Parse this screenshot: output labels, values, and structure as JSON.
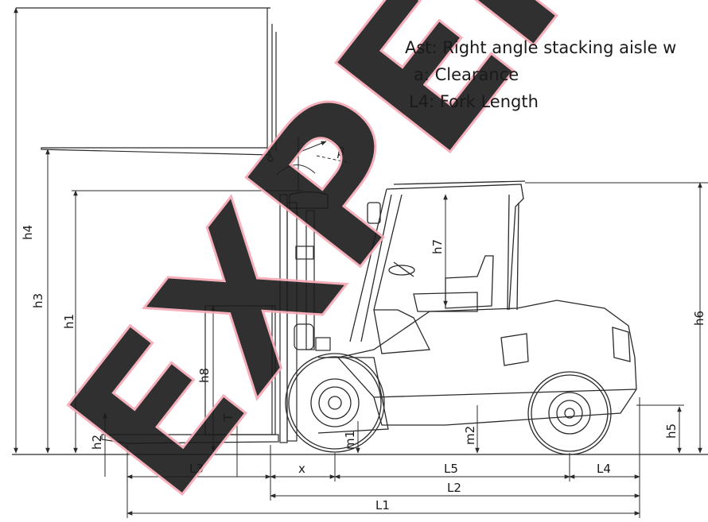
{
  "legend": {
    "ast": "Ast: Right angle stacking aisle w",
    "a": "a: Clearance",
    "l4": "L4: Fork Length"
  },
  "watermark": "EXPERT",
  "dimensions": {
    "h4": "h4",
    "h3": "h3",
    "h1": "h1",
    "h8": "h8",
    "h2": "h2",
    "T": "T",
    "m1": "m1",
    "m2": "m2",
    "h7": "h7",
    "h6": "h6",
    "h5": "h5",
    "L3": "L3",
    "x": "x",
    "L5": "L5",
    "L4": "L4",
    "L2": "L2",
    "L1": "L1",
    "beta": "β"
  },
  "colors": {
    "line": "#2a2a2a",
    "watermark": "#f7a8b4"
  }
}
